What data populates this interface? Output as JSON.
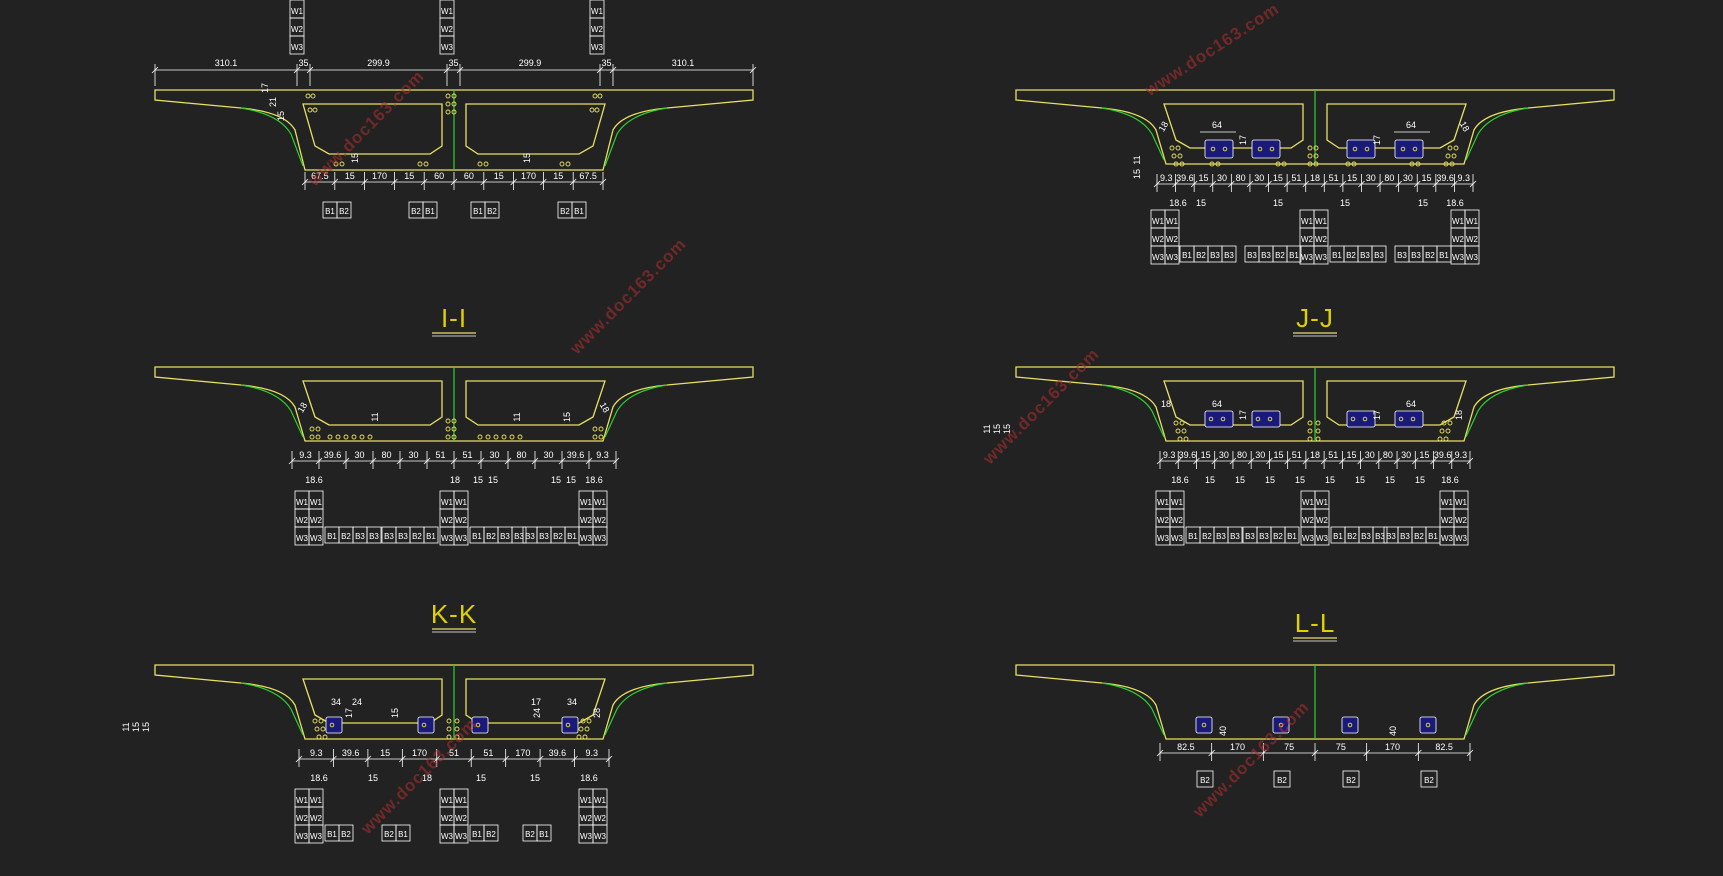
{
  "colors": {
    "background": "#222222",
    "girder_outline": "#e8e060",
    "web_centerline": "#2ed030",
    "dimension_text": "#ffffff",
    "section_title": "#e0d000",
    "anchor_block": "#1a1a7a",
    "watermark": "#b0302e"
  },
  "watermark_text": "www.doc163.com",
  "top_left": {
    "top_dims": [
      "310.1",
      "35",
      "299.9",
      "35",
      "299.9",
      "35",
      "310.1"
    ],
    "side_dims": [
      "17",
      "21",
      "15"
    ],
    "inner_dims": [
      "15",
      "15"
    ],
    "bottom_dims": [
      "67.5",
      "15",
      "170",
      "15",
      "60",
      "60",
      "15",
      "170",
      "15",
      "67.5"
    ],
    "tags": [
      [
        "B1",
        "B2"
      ],
      [
        "B2",
        "B1"
      ],
      [
        "B1",
        "B2"
      ],
      [
        "B2",
        "B1"
      ]
    ]
  },
  "top_right": {
    "upper_dims": [
      "64",
      "17",
      "64",
      "17"
    ],
    "side_dims": [
      "18",
      "18",
      "11",
      "15"
    ],
    "bottom_dims": [
      "9.3",
      "39.6",
      "15",
      "30",
      "80",
      "30",
      "15",
      "51",
      "18",
      "51",
      "15",
      "30",
      "80",
      "30",
      "15",
      "39.6",
      "9.3"
    ],
    "sub_dims": [
      "18.6",
      "15",
      "15",
      "15",
      "15",
      "18.6"
    ],
    "tags": {
      "w": [
        "W1",
        "W2",
        "W3"
      ],
      "left_row": [
        "B1",
        "B2",
        "B3",
        "B3"
      ],
      "mid_left_row": [
        "B3",
        "B3",
        "B2",
        "B1"
      ],
      "mid_right_row": [
        "B1",
        "B2",
        "B3",
        "B3"
      ],
      "right_row": [
        "B3",
        "B3",
        "B2",
        "B1"
      ]
    }
  },
  "sections": [
    {
      "id": "i",
      "title": "I-I",
      "upper_dims": [
        "18",
        "11",
        "11",
        "15",
        "18"
      ],
      "bottom_dims": [
        "9.3",
        "39.6",
        "30",
        "80",
        "30",
        "51",
        "51",
        "30",
        "80",
        "30",
        "39.6",
        "9.3"
      ],
      "sub_dims": [
        "18.6",
        "18",
        "15",
        "15",
        "15",
        "15",
        "18.6"
      ],
      "tags": {
        "w": [
          "W1",
          "W2",
          "W3"
        ],
        "left_row": [
          "B1",
          "B2",
          "B3",
          "B3"
        ],
        "mid_left_row": [
          "B3",
          "B3",
          "B2",
          "B1"
        ],
        "mid_right_row": [
          "B1",
          "B2",
          "B3",
          "B3"
        ],
        "right_row": [
          "B3",
          "B3",
          "B2",
          "B1"
        ]
      }
    },
    {
      "id": "j",
      "title": "J-J",
      "upper_dims": [
        "64",
        "17",
        "64",
        "17",
        "18",
        "18"
      ],
      "side_dims": [
        "11",
        "15",
        "15"
      ],
      "bottom_dims": [
        "9.3",
        "39.6",
        "15",
        "30",
        "80",
        "30",
        "15",
        "51",
        "18",
        "51",
        "15",
        "30",
        "80",
        "30",
        "15",
        "39.6",
        "9.3"
      ],
      "sub_dims": [
        "18.6",
        "15",
        "15",
        "15",
        "15",
        "15",
        "15",
        "15",
        "15",
        "18.6"
      ],
      "tags": {
        "w": [
          "W1",
          "W2",
          "W3"
        ],
        "left_row": [
          "B1",
          "B2",
          "B3",
          "B3"
        ],
        "mid_left_row": [
          "B3",
          "B3",
          "B2",
          "B1"
        ],
        "mid_right_row": [
          "B1",
          "B2",
          "B3",
          "B3"
        ],
        "right_row": [
          "B3",
          "B3",
          "B2",
          "B1"
        ]
      }
    },
    {
      "id": "k",
      "title": "K-K",
      "upper_dims": [
        "34",
        "17",
        "24",
        "15",
        "17",
        "24",
        "34",
        "28"
      ],
      "side_dims": [
        "11",
        "15",
        "15"
      ],
      "bottom_dims": [
        "9.3",
        "39.6",
        "15",
        "170",
        "51",
        "51",
        "170",
        "39.6",
        "9.3"
      ],
      "sub_dims": [
        "18.6",
        "15",
        "18",
        "15",
        "15",
        "18.6"
      ],
      "tags": {
        "w": [
          "W1",
          "W2",
          "W3"
        ],
        "left_row": [
          "B1",
          "B2"
        ],
        "mid_left_row": [
          "B2",
          "B1"
        ],
        "mid_right_row": [
          "B1",
          "B2"
        ],
        "right_row": [
          "B2",
          "B1"
        ]
      }
    },
    {
      "id": "l",
      "title": "L-L",
      "upper_dims": [
        "40",
        "40"
      ],
      "bottom_dims": [
        "82.5",
        "170",
        "75",
        "75",
        "170",
        "82.5"
      ],
      "tags": [
        "B2",
        "B2",
        "B2",
        "B2"
      ]
    }
  ]
}
